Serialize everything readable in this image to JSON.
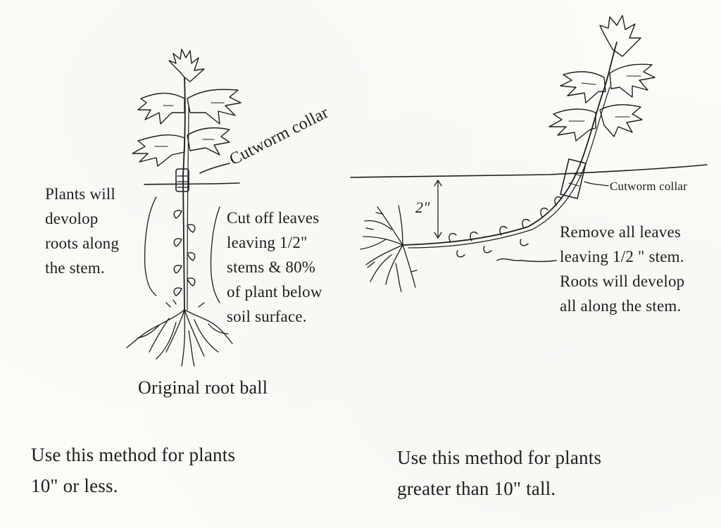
{
  "left_panel": {
    "collar_label": "Cutworm collar",
    "roots_note": [
      "Plants will",
      "devolop",
      "roots along",
      "the stem."
    ],
    "cut_note": [
      "Cut off leaves",
      "leaving 1/2\"",
      "stems & 80%",
      "of plant below",
      "soil surface."
    ],
    "root_ball_caption": "Original root ball",
    "method_text": [
      "Use this method for plants",
      "10\" or less."
    ]
  },
  "right_panel": {
    "depth_label": "2\"",
    "collar_label": "Cutworm collar",
    "remove_note": [
      "Remove all leaves",
      "leaving 1/2 \" stem.",
      "Roots will develop",
      "all along the stem."
    ],
    "method_text": [
      "Use this method for plants",
      "greater than 10\" tall."
    ]
  },
  "ink_color": "#1e1e1e"
}
